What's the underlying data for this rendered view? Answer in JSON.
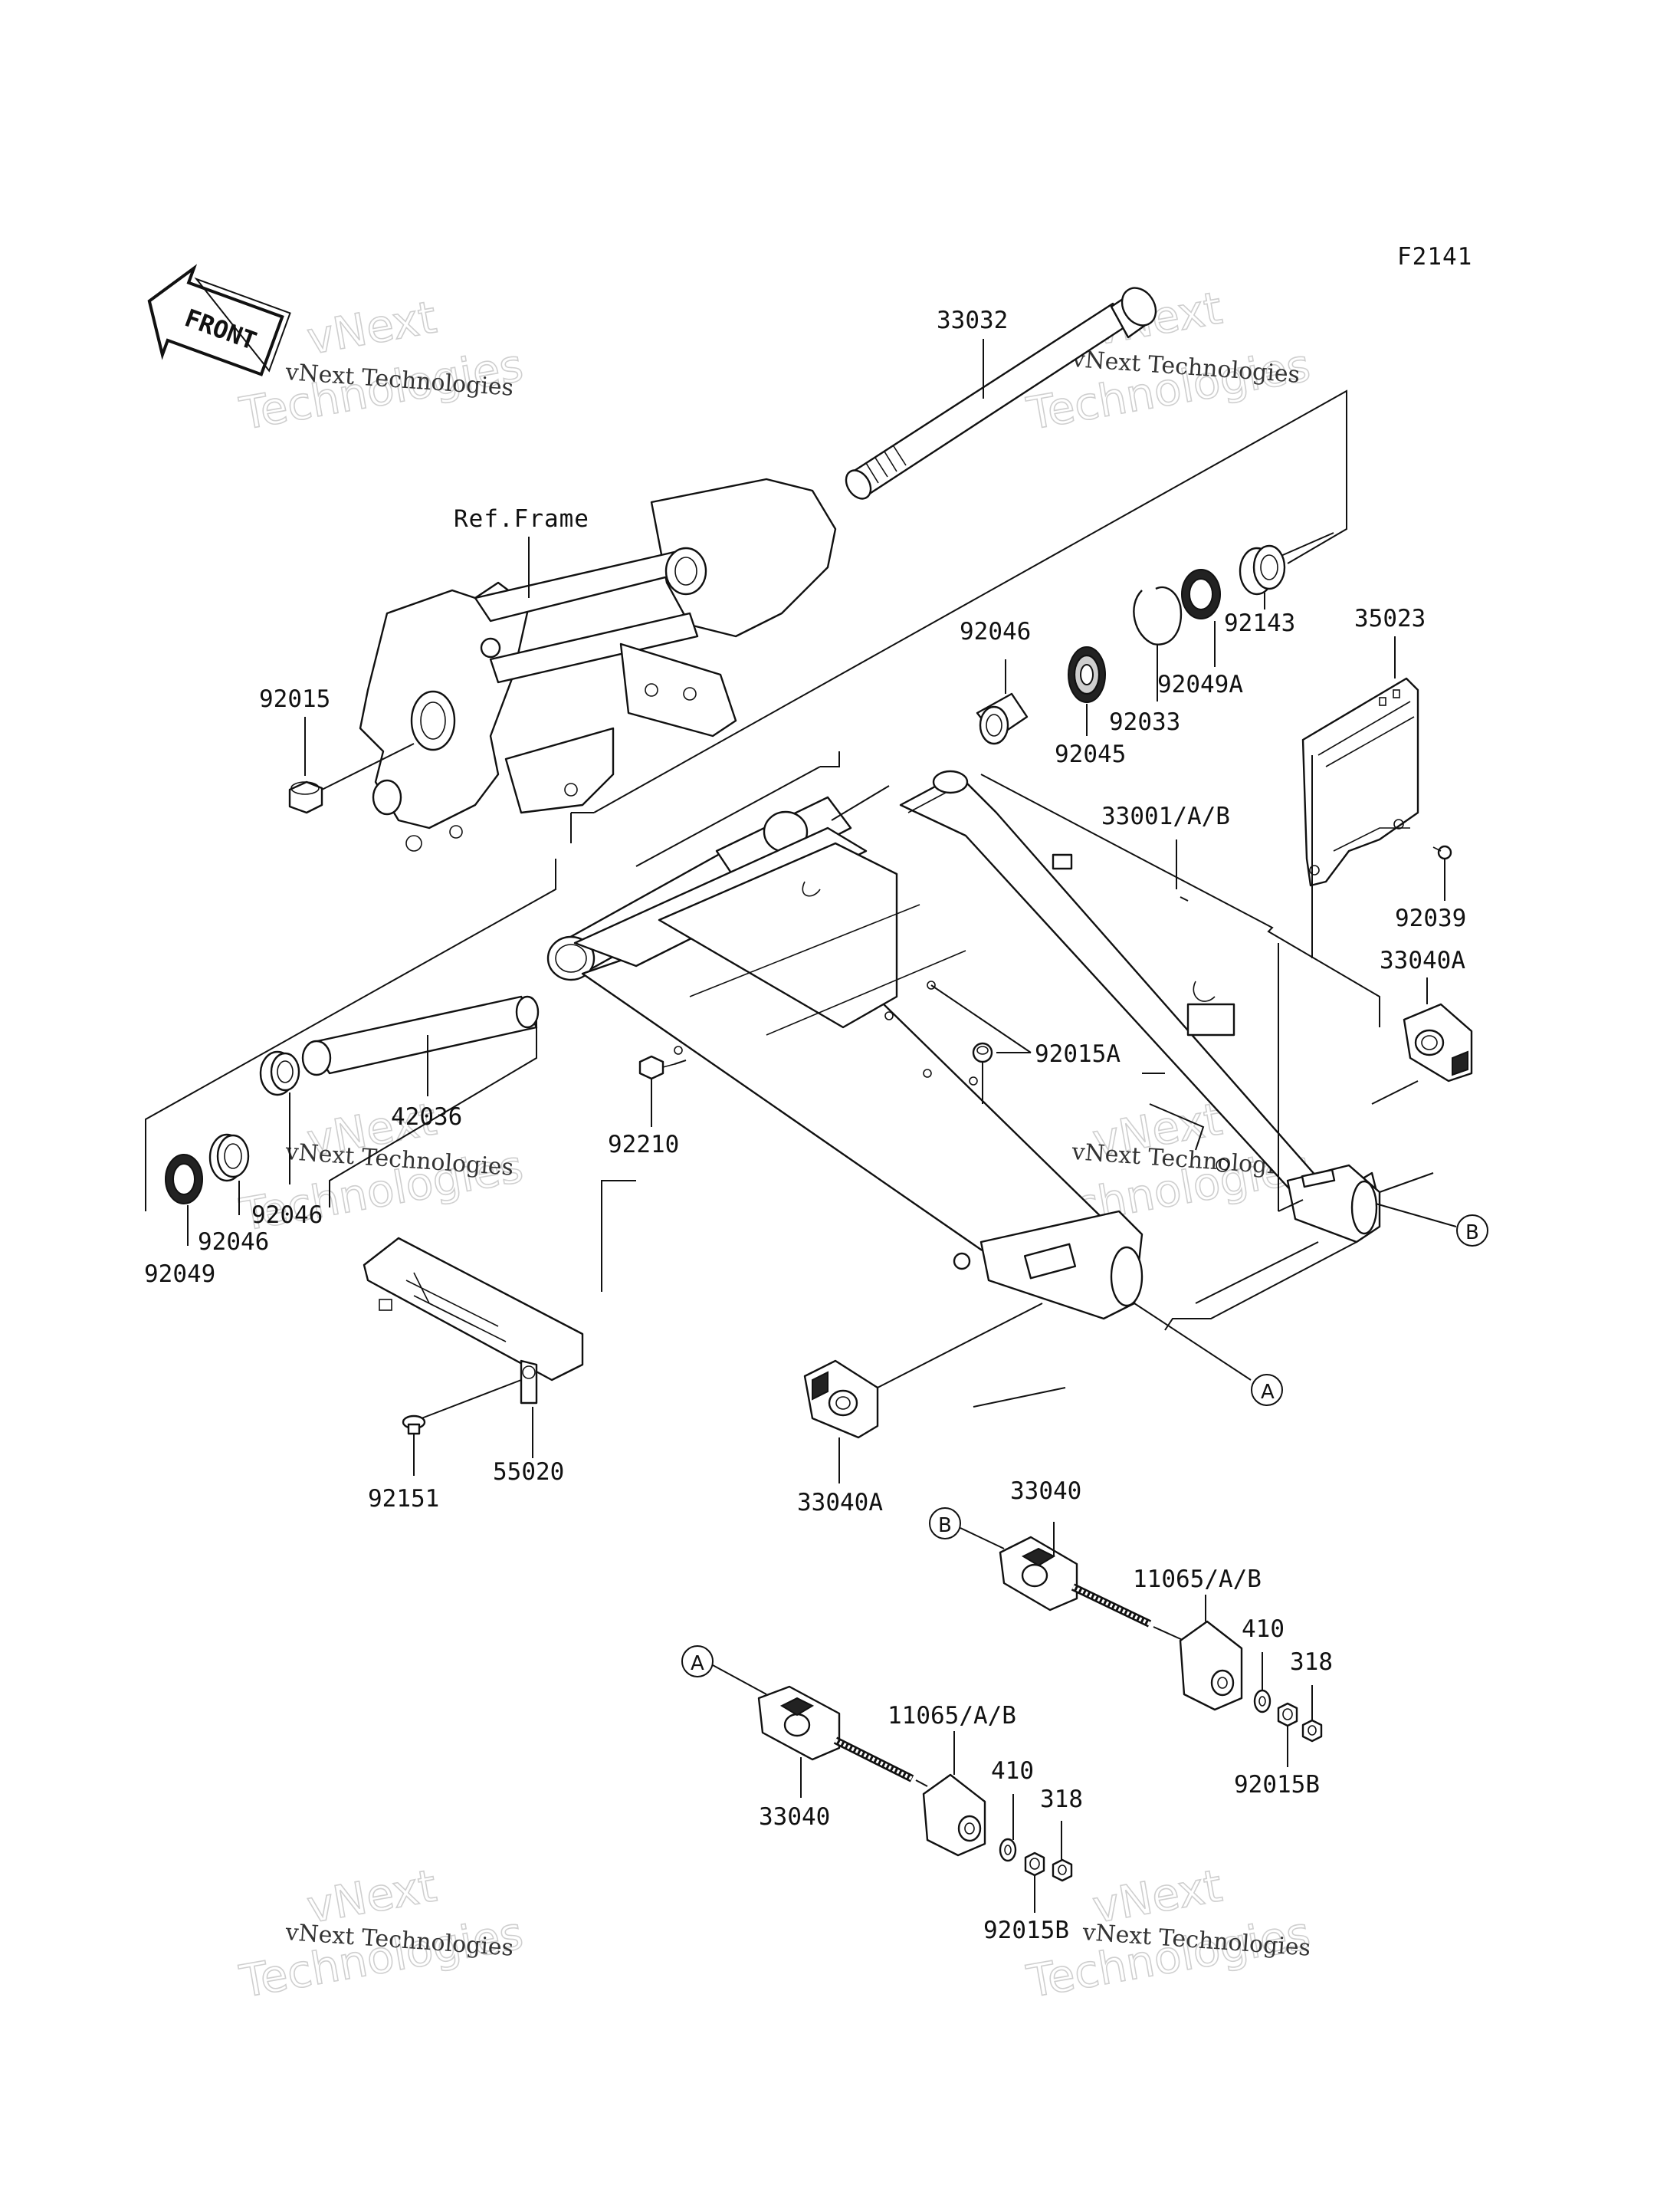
{
  "figure_code": "F2141",
  "front_arrow": {
    "text": "FRONT"
  },
  "reference": "Ref.Frame",
  "watermark": {
    "line1": "vNext",
    "line2": "Technologies",
    "caption": "vNext Technologies"
  },
  "callouts": {
    "a": "A",
    "b": "B"
  },
  "part_numbers": {
    "shaft_33032": "33032",
    "cap_92143": "92143",
    "seal_92049A": "92049A",
    "circlip_92033": "92033",
    "bearing_92045": "92045",
    "needle_92046_top": "92046",
    "cover_35023": "35023",
    "nut_92015": "92015",
    "swingarm_33001": "33001/A/B",
    "screw_92039": "92039",
    "block_33040A_right": "33040A",
    "plug_92015A": "92015A",
    "sleeve_42036": "42036",
    "needle_92046_a": "92046",
    "needle_92046_b": "92046",
    "seal_92049": "92049",
    "bolt_92210": "92210",
    "slider_55020": "55020",
    "screw_92151": "92151",
    "block_33040A_bottom": "33040A",
    "block_33040_b": "33040",
    "bolt_11065_b": "11065/A/B",
    "washer_410_b": "410",
    "nut_318_b": "318",
    "nut_92015B_b": "92015B",
    "block_33040_a": "33040",
    "bolt_11065_a": "11065/A/B",
    "washer_410_a": "410",
    "nut_318_a": "318",
    "nut_92015B_a": "92015B"
  }
}
